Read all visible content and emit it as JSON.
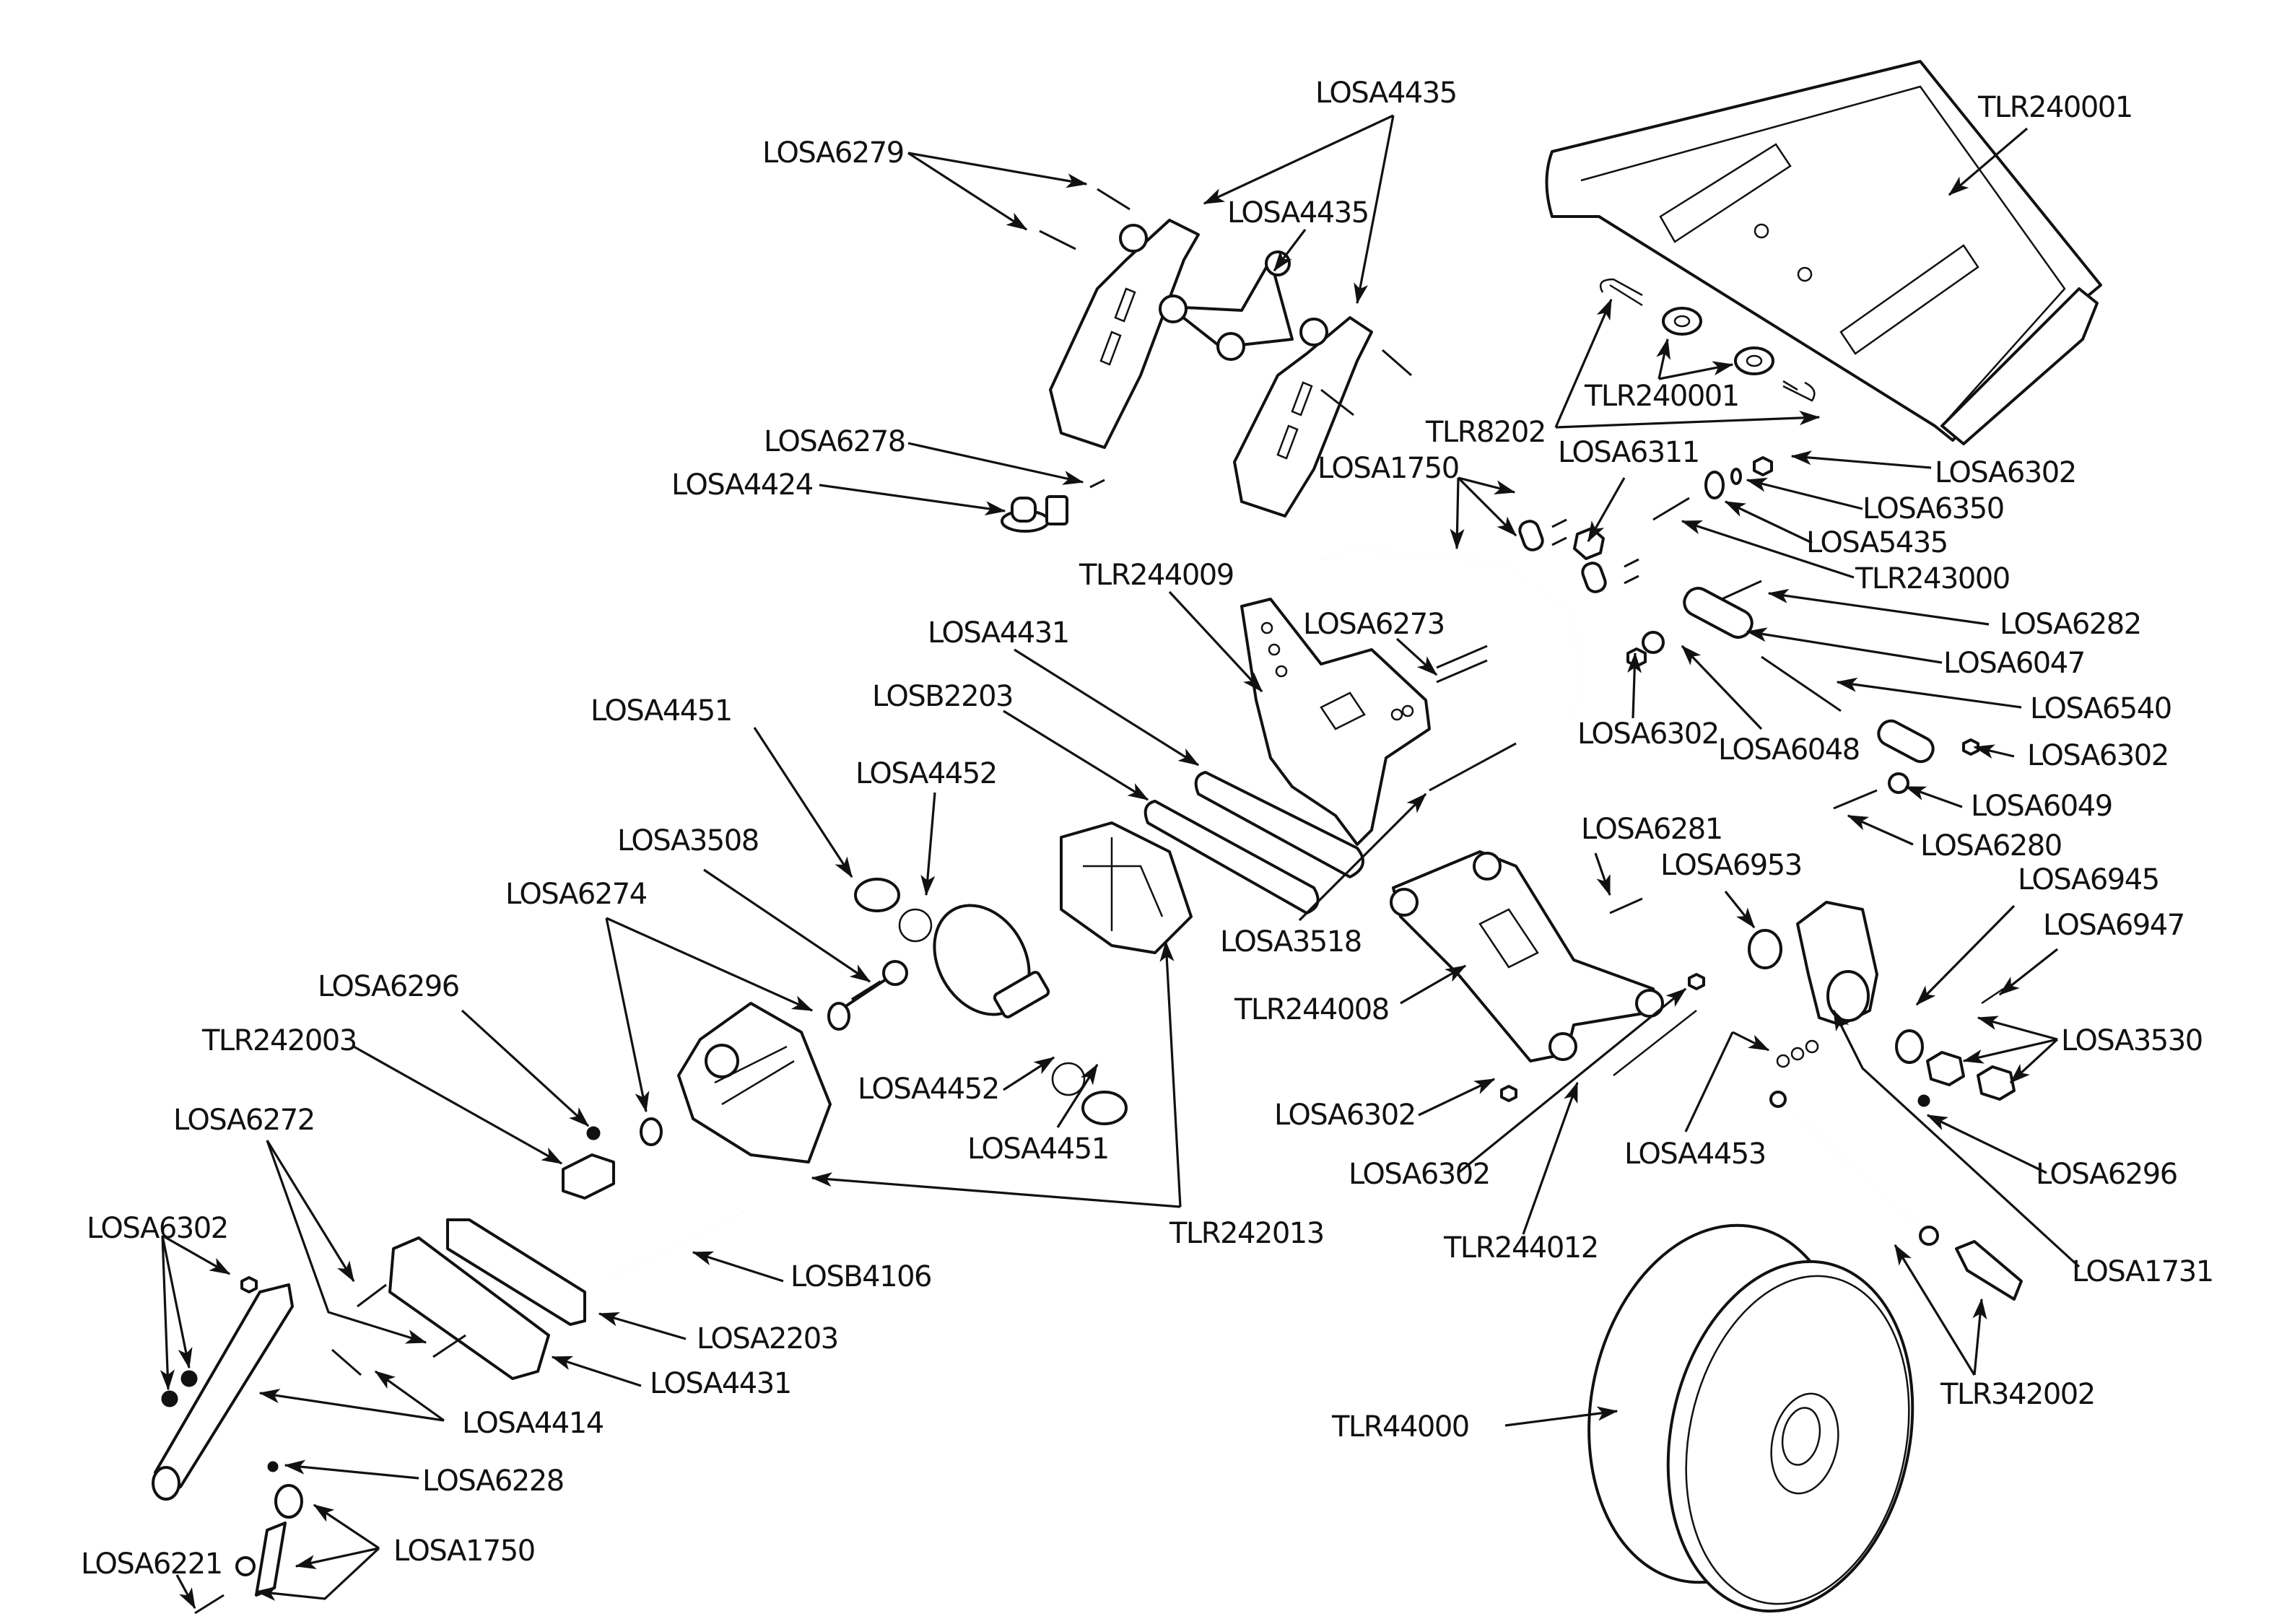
{
  "diagram": {
    "title": "",
    "kind": "exploded-parts-view",
    "subject": "Rear end assembly (wing, wing mounts, rear diff, hinge pins, arms, hub carrier, sway bar, camber link, wheel)",
    "colors": {
      "line": "#111111",
      "background": "#ffffff"
    },
    "labels": [
      {
        "id": "l_losa4435_top",
        "text": "LOSA4435",
        "part": "wing-mount"
      },
      {
        "id": "l_losa6279",
        "text": "LOSA6279",
        "part": "wing-mount-screws"
      },
      {
        "id": "l_losa4435_mid",
        "text": "LOSA4435",
        "part": "wing-mount-brace"
      },
      {
        "id": "l_tlr240001_top",
        "text": "TLR240001",
        "part": "rear-wing"
      },
      {
        "id": "l_tlr240001_mid",
        "text": "TLR240001",
        "part": "wing-washers"
      },
      {
        "id": "l_tlr8202",
        "text": "TLR8202",
        "part": "body-clips"
      },
      {
        "id": "l_losa6278",
        "text": "LOSA6278",
        "part": "wing-button-screw"
      },
      {
        "id": "l_losa4424",
        "text": "LOSA4424",
        "part": "wing-button"
      },
      {
        "id": "l_losa1750_top",
        "text": "LOSA1750",
        "part": "sway-bar-set"
      },
      {
        "id": "l_losa6311",
        "text": "LOSA6311",
        "part": "nut"
      },
      {
        "id": "l_losa6302_a",
        "text": "LOSA6302",
        "part": "locknut"
      },
      {
        "id": "l_losa6350",
        "text": "LOSA6350",
        "part": "washer"
      },
      {
        "id": "l_losa5435",
        "text": "LOSA5435",
        "part": "shock-bushing"
      },
      {
        "id": "l_tlr243000",
        "text": "TLR243000",
        "part": "shock-stand-off"
      },
      {
        "id": "l_tlr244009",
        "text": "TLR244009",
        "part": "rear-shock-tower"
      },
      {
        "id": "l_losa6273",
        "text": "LOSA6273",
        "part": "tower-screws"
      },
      {
        "id": "l_losa6282",
        "text": "LOSA6282",
        "part": "screw"
      },
      {
        "id": "l_losa6047",
        "text": "LOSA6047",
        "part": "rod-end"
      },
      {
        "id": "l_losa6540",
        "text": "LOSA6540",
        "part": "turnbuckle"
      },
      {
        "id": "l_losa4431_top",
        "text": "LOSA4431",
        "part": "rear-camber-block"
      },
      {
        "id": "l_losb2203",
        "text": "LOSB2203",
        "part": "camber-block-insert"
      },
      {
        "id": "l_losa6302_b",
        "text": "LOSA6302",
        "part": "locknut"
      },
      {
        "id": "l_losa6048",
        "text": "LOSA6048",
        "part": "ball-stud"
      },
      {
        "id": "l_losa6302_c",
        "text": "LOSA6302",
        "part": "locknut"
      },
      {
        "id": "l_losa4451_top",
        "text": "LOSA4451",
        "part": "diff-outdrive-seal"
      },
      {
        "id": "l_losa4452_top",
        "text": "LOSA4452",
        "part": "o-ring"
      },
      {
        "id": "l_losa6049",
        "text": "LOSA6049",
        "part": "ball"
      },
      {
        "id": "l_losa6280",
        "text": "LOSA6280",
        "part": "screw"
      },
      {
        "id": "l_losa3508",
        "text": "LOSA3508",
        "part": "pinion-input-shaft"
      },
      {
        "id": "l_losa6281",
        "text": "LOSA6281",
        "part": "screw"
      },
      {
        "id": "l_losa6953",
        "text": "LOSA6953",
        "part": "bearing"
      },
      {
        "id": "l_losa6945",
        "text": "LOSA6945",
        "part": "bearing"
      },
      {
        "id": "l_losa6947",
        "text": "LOSA6947",
        "part": "bearings"
      },
      {
        "id": "l_losa6274",
        "text": "LOSA6274",
        "part": "hinge-pin-screw"
      },
      {
        "id": "l_losa3518",
        "text": "LOSA3518",
        "part": "wheel-pin"
      },
      {
        "id": "l_losa6296_left",
        "text": "LOSA6296",
        "part": "set-screw"
      },
      {
        "id": "l_tlr244008",
        "text": "TLR244008",
        "part": "rear-suspension-arm"
      },
      {
        "id": "l_losa3530",
        "text": "LOSA3530",
        "part": "hex-and-nut"
      },
      {
        "id": "l_tlr242003",
        "text": "TLR242003",
        "part": "outdrive-coupler"
      },
      {
        "id": "l_losa4452_bot",
        "text": "LOSA4452",
        "part": "o-ring"
      },
      {
        "id": "l_losa6302_d",
        "text": "LOSA6302",
        "part": "locknut"
      },
      {
        "id": "l_losa4451_bot",
        "text": "LOSA4451",
        "part": "diff-outdrive-seal"
      },
      {
        "id": "l_losa4453",
        "text": "LOSA4453",
        "part": "shims"
      },
      {
        "id": "l_losa6272",
        "text": "LOSA6272",
        "part": "screws"
      },
      {
        "id": "l_losa6302_e",
        "text": "LOSA6302",
        "part": "locknut"
      },
      {
        "id": "l_losa6296_right",
        "text": "LOSA6296",
        "part": "set-screw"
      },
      {
        "id": "l_losa6302_f",
        "text": "LOSA6302",
        "part": "locknuts"
      },
      {
        "id": "l_tlr242013",
        "text": "TLR242013",
        "part": "gearbox-housing"
      },
      {
        "id": "l_tlr244012",
        "text": "TLR244012",
        "part": "hinge-pin"
      },
      {
        "id": "l_losa1731",
        "text": "LOSA1731",
        "part": "cv-axle"
      },
      {
        "id": "l_losb4106",
        "text": "LOSB4106",
        "part": "hinge-pin"
      },
      {
        "id": "l_losa2203",
        "text": "LOSA2203",
        "part": "camber-insert"
      },
      {
        "id": "l_losa4431_bot",
        "text": "LOSA4431",
        "part": "rear-pivot-block"
      },
      {
        "id": "l_losa4414",
        "text": "LOSA4414",
        "part": "sway-bar-arm"
      },
      {
        "id": "l_tlr342002",
        "text": "TLR342002",
        "part": "driveshaft"
      },
      {
        "id": "l_tlr44000",
        "text": "TLR44000",
        "part": "wheel"
      },
      {
        "id": "l_losa6228",
        "text": "LOSA6228",
        "part": "set-screw"
      },
      {
        "id": "l_losa6221",
        "text": "LOSA6221",
        "part": "screw"
      },
      {
        "id": "l_losa1750_bot",
        "text": "LOSA1750",
        "part": "sway-bar-links"
      }
    ]
  }
}
